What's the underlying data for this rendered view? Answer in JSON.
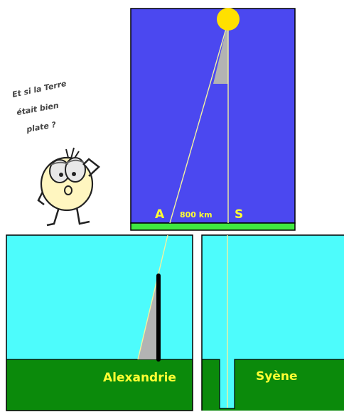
{
  "speech": {
    "line1": "Et si la Terre",
    "line2": "était bien",
    "line3": "plate ?"
  },
  "top_panel": {
    "label_a": "A",
    "distance": "800 km",
    "label_s": "S"
  },
  "bottom_left": {
    "city": "Alexandrie"
  },
  "bottom_right": {
    "city": "Syène"
  },
  "colors": {
    "sky_top": "#4b48f0",
    "sky_bottom": "#4dfcfc",
    "ground_top": "#40e840",
    "ground_bottom": "#0b8a0b",
    "sun": "#ffe000",
    "ray": "#f2f2a0",
    "shadow": "#b3b3b3",
    "label": "#ffff33",
    "character": "#fff6c0"
  }
}
